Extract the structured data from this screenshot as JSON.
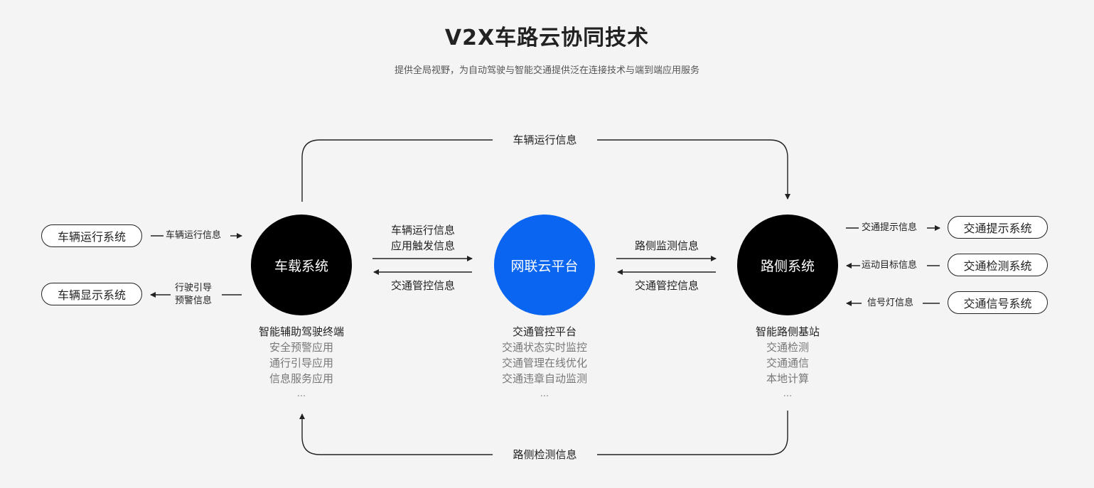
{
  "header": {
    "title": "V2X车路云协同技术",
    "subtitle": "提供全局视野，为自动驾驶与智能交通提供泛在连接技术与端到端应用服务"
  },
  "nodes": {
    "vehicle": {
      "label": "车载系统",
      "color": "#000000"
    },
    "cloud": {
      "label": "网联云平台",
      "color": "#0A66F0"
    },
    "roadside": {
      "label": "路侧系统",
      "color": "#000000"
    }
  },
  "loops": {
    "top_label": "车辆运行信息",
    "bottom_label": "路侧检测信息"
  },
  "vehicle_cloud": {
    "to_cloud_line1": "车辆运行信息",
    "to_cloud_line2": "应用触发信息",
    "to_vehicle": "交通管控信息"
  },
  "cloud_roadside": {
    "to_roadside": "路侧监测信息",
    "to_cloud": "交通管控信息"
  },
  "left_side": {
    "pill_top": "车辆运行系统",
    "pill_top_flow": "车辆运行信息",
    "pill_bottom": "车辆显示系统",
    "pill_bottom_flow_line1": "行驶引导",
    "pill_bottom_flow_line2": "预警信息"
  },
  "right_side": {
    "pill_1": "交通提示系统",
    "pill_1_flow": "交通提示信息",
    "pill_2": "交通检测系统",
    "pill_2_flow": "运动目标信息",
    "pill_3": "交通信号系统",
    "pill_3_flow": "信号灯信息"
  },
  "vehicle_info": {
    "heading": "智能辅助驾驶终端",
    "items": [
      "安全预警应用",
      "通行引导应用",
      "信息服务应用",
      "..."
    ]
  },
  "cloud_info": {
    "heading": "交通管控平台",
    "items": [
      "交通状态实时监控",
      "交通管理在线优化",
      "交通违章自动监测",
      "..."
    ]
  },
  "roadside_info": {
    "heading": "智能路侧基站",
    "items": [
      "交通检测",
      "交通通信",
      "本地计算",
      "..."
    ]
  }
}
